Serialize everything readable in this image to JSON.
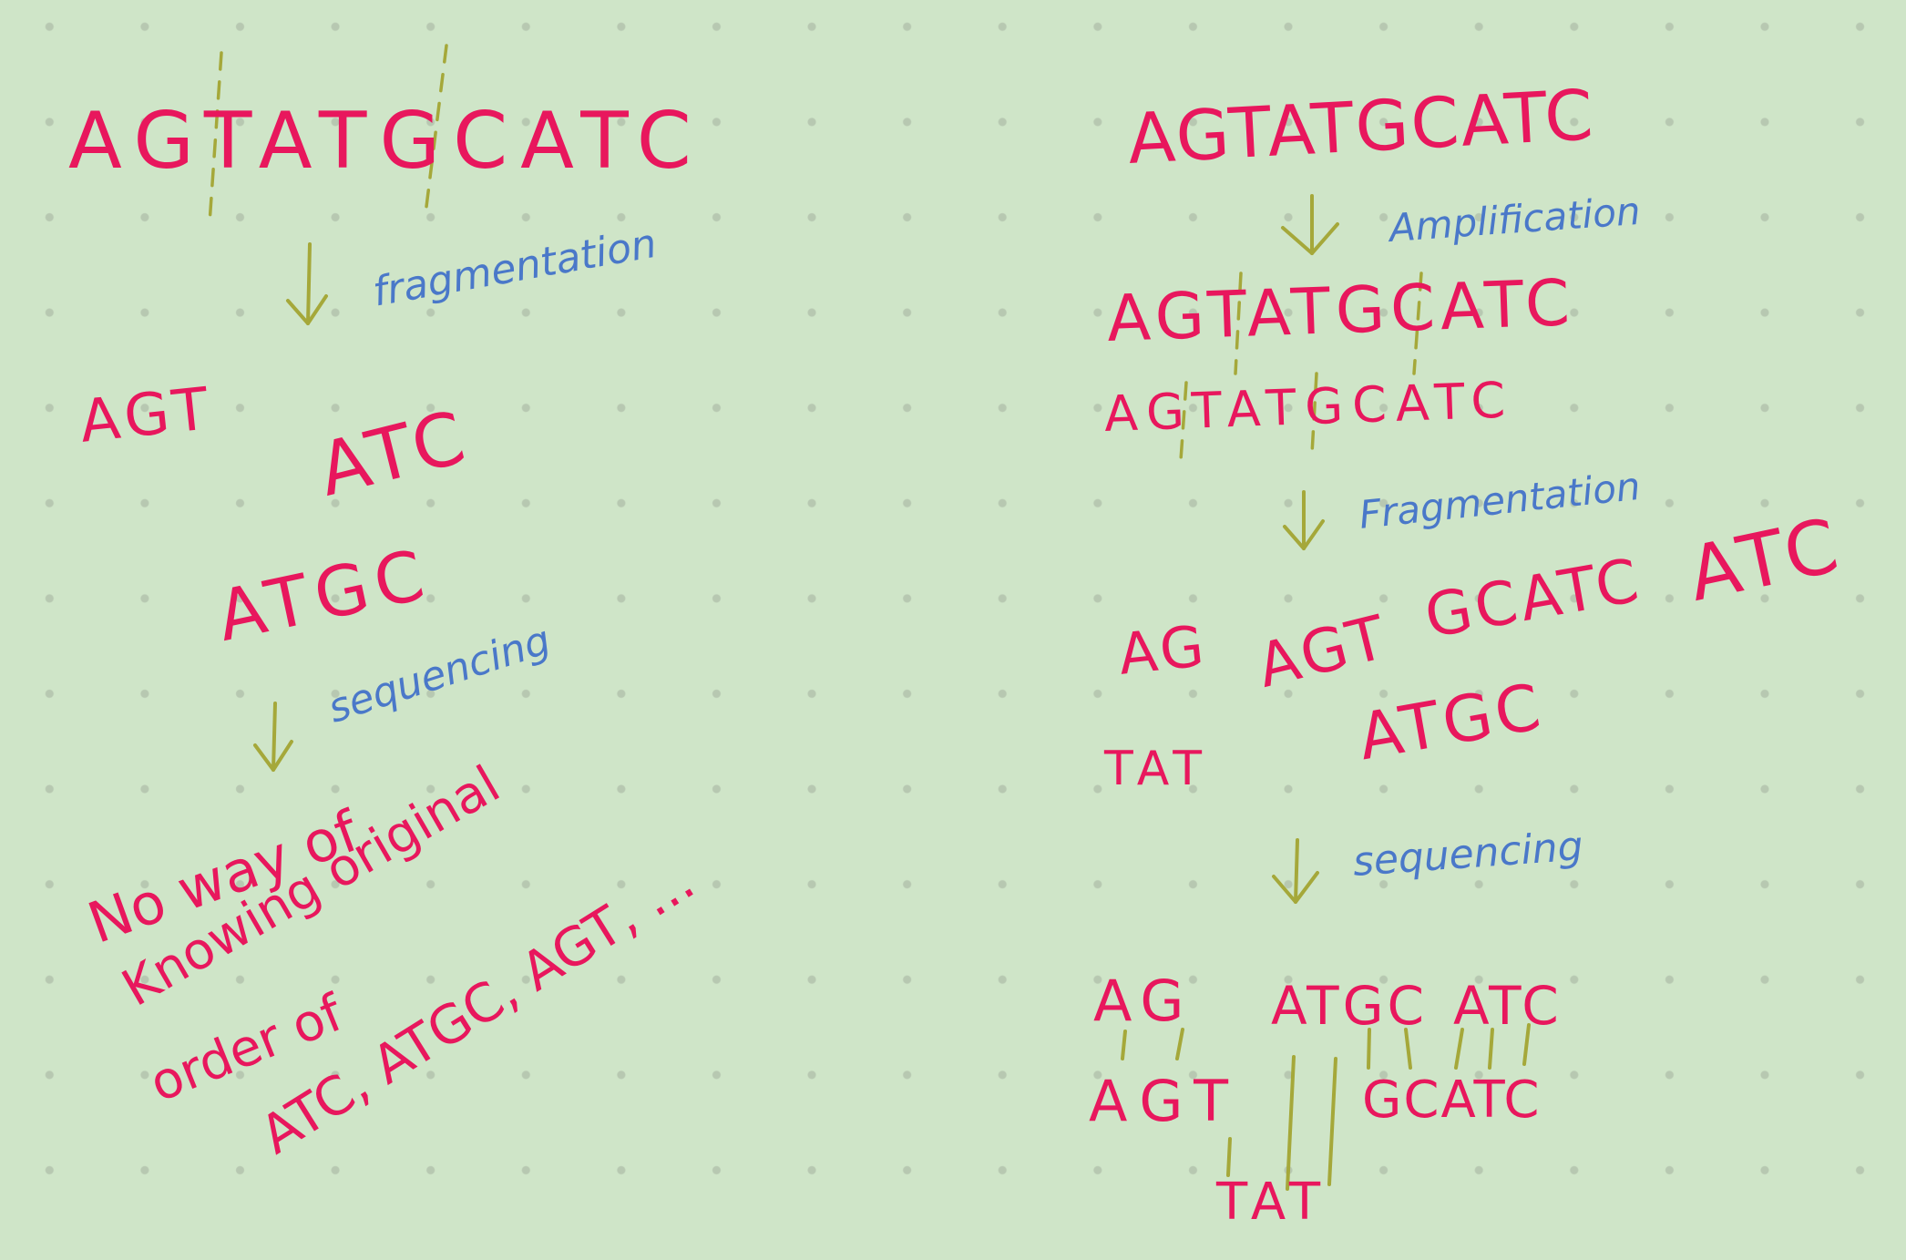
{
  "left_panel": {
    "original": "AGTATGCATC",
    "step1_label": "fragmentation",
    "fragments": [
      "AGT",
      "ATC",
      "ATGC"
    ],
    "step2_label": "sequencing",
    "note_lines": [
      "No way of",
      "Knowing original",
      "order of",
      "ATC, ATGC, AGT, ..."
    ]
  },
  "right_panel": {
    "original": "AGTATGCATC",
    "step1_label": "Amplification",
    "copies": [
      "AGTATGCATC",
      "AGTATGCATC"
    ],
    "step2_label": "Fragmentation",
    "fragments": [
      "AG",
      "AGT",
      "GCATC",
      "ATC",
      "TAT",
      "ATGC"
    ],
    "step3_label": "sequencing",
    "assembly_row1": [
      "AG",
      "ATGC",
      "ATC"
    ],
    "assembly_row2": [
      "AGT",
      "GCATC"
    ],
    "assembly_row3": [
      "TAT"
    ]
  },
  "colors": {
    "background": "#cfe5c8",
    "sequence": "#e8175d",
    "label": "#4a78c9",
    "arrow": "#a5a83a"
  }
}
